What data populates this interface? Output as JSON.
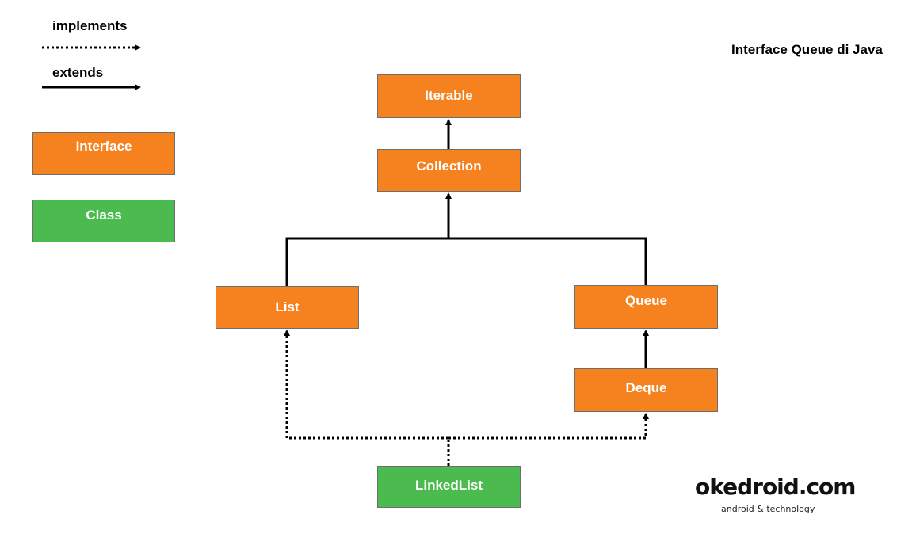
{
  "title": "Interface Queue di Java",
  "legend": {
    "implements_label": "implements",
    "extends_label": "extends",
    "interface_label": "Interface",
    "class_label": "Class"
  },
  "nodes": {
    "iterable": "Iterable",
    "collection": "Collection",
    "list": "List",
    "queue": "Queue",
    "deque": "Deque",
    "linkedlist": "LinkedList"
  },
  "colors": {
    "interface": "#f5821f",
    "class": "#4cbb4f"
  },
  "brand": {
    "name": "okedroid.com",
    "tagline": "android & technology"
  }
}
